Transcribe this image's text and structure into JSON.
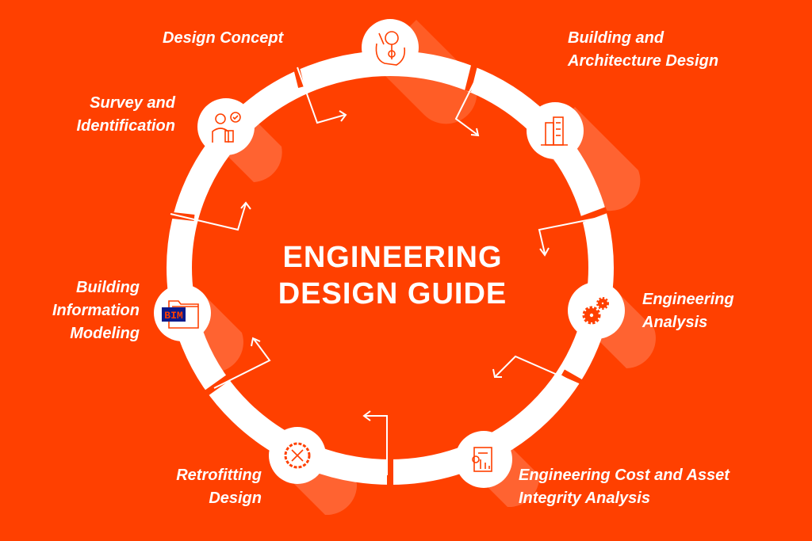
{
  "title": {
    "line1": "ENGINEERING",
    "line2": "DESIGN GUIDE"
  },
  "colors": {
    "background": "#ff4000",
    "ring": "#ffffff",
    "icon": "#ff4000",
    "shadow": "#ff6a3a"
  },
  "steps": [
    {
      "label_lines": [
        "Design Concept"
      ],
      "icon": "lightbulb-head-icon"
    },
    {
      "label_lines": [
        "Building and",
        "Architecture Design"
      ],
      "icon": "buildings-icon"
    },
    {
      "label_lines": [
        "Engineering",
        "Analysis"
      ],
      "icon": "gears-icon"
    },
    {
      "label_lines": [
        "Engineering Cost and Asset",
        "Integrity Analysis"
      ],
      "icon": "cost-report-icon"
    },
    {
      "label_lines": [
        "Retrofitting",
        "Design"
      ],
      "icon": "gear-wrench-icon"
    },
    {
      "label_lines": [
        "Building",
        "Information",
        "Modeling"
      ],
      "icon": "bim-folder-icon",
      "badge": "BIM"
    },
    {
      "label_lines": [
        "Survey and",
        "Identification"
      ],
      "icon": "survey-person-icon"
    }
  ]
}
